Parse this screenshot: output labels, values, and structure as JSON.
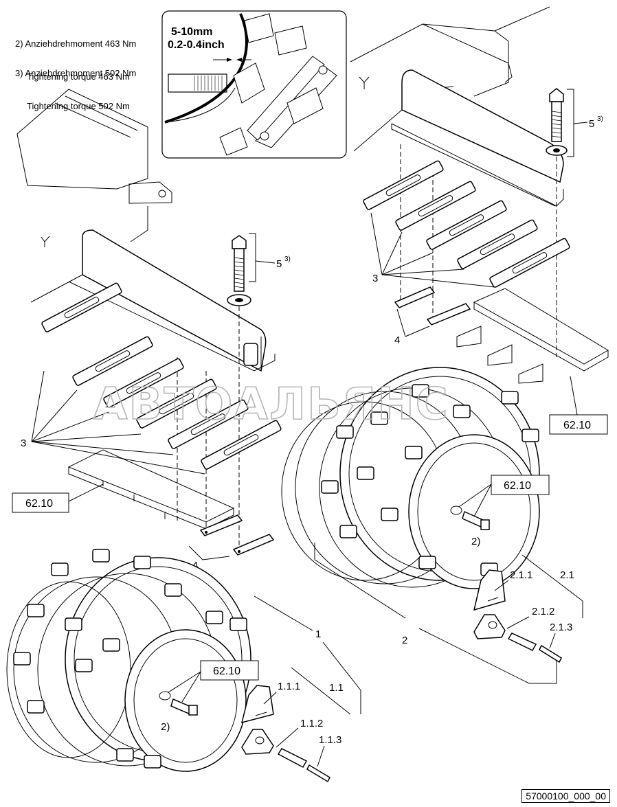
{
  "notes": [
    {
      "id": "2)",
      "line1": "2) Anziehdrehmoment 463 Nm",
      "line2": "Tightening torque 463 Nm"
    },
    {
      "id": "3)",
      "line1": "3) Anziehdrehmoment 502 Nm",
      "line2": "Tightening torque 502 Nm"
    }
  ],
  "inset": {
    "gap_mm": "5-10mm",
    "gap_inch": "0.2-0.4inch"
  },
  "watermark": "АВТОАЛЬЯНС",
  "callouts": {
    "bolt_ref": "5",
    "bolt_note": "3)",
    "plate_ref": "3",
    "spacer_ref": "4",
    "torque_note": "2)",
    "ref_box": "62.10",
    "wheel_1": "1",
    "wheel_2": "2",
    "tooth_1": "1.1",
    "tooth_1_1": "1.1.1",
    "tooth_1_2": "1.1.2",
    "tooth_1_3": "1.1.3",
    "tooth_2": "2.1",
    "tooth_2_1": "2.1.1",
    "tooth_2_2": "2.1.2",
    "tooth_2_3": "2.1.3"
  },
  "doc_id": "57000100_000_00"
}
